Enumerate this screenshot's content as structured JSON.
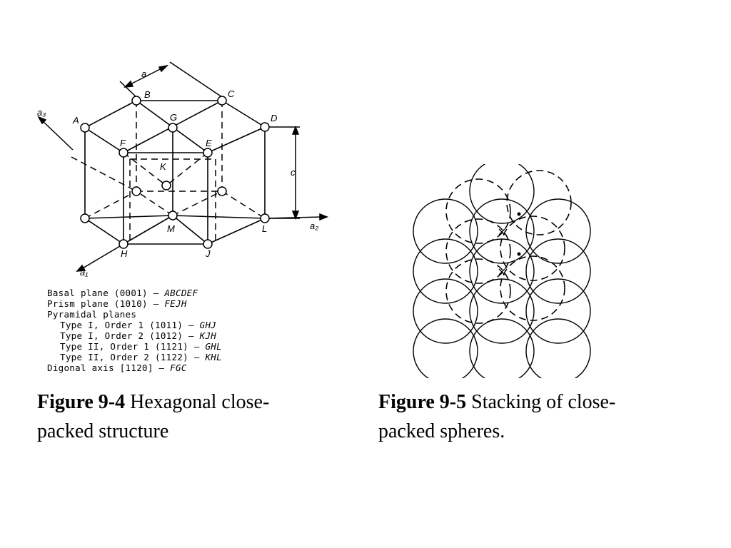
{
  "figure4": {
    "point_labels": {
      "A": "A",
      "B": "B",
      "C": "C",
      "D": "D",
      "E": "E",
      "F": "F",
      "G": "G",
      "H": "H",
      "J": "J",
      "K": "K",
      "L": "L",
      "M": "M"
    },
    "axis_labels": {
      "a1": "a₁",
      "a2": "a₂",
      "a3": "a₃",
      "a": "a",
      "c": "c"
    },
    "legend": [
      {
        "text": "Basal plane (0001)",
        "tag": "ABCDEF",
        "indent": false
      },
      {
        "text": "Prism plane (1010)",
        "tag": "FEJH",
        "indent": false
      },
      {
        "text": "Pyramidal planes",
        "tag": "",
        "indent": false
      },
      {
        "text": "Type I, Order 1 (1011)",
        "tag": "GHJ",
        "indent": true
      },
      {
        "text": "Type I, Order 2 (1012)",
        "tag": "KJH",
        "indent": true
      },
      {
        "text": "Type II, Order 1 (1121)",
        "tag": "GHL",
        "indent": true
      },
      {
        "text": "Type II, Order 2 (1122)",
        "tag": "KHL",
        "indent": true
      },
      {
        "text": "Digonal axis [1120]",
        "tag": "FGC",
        "indent": false
      }
    ],
    "caption_bold": "Figure 9-4",
    "caption_text": " Hexagonal close-packed structure"
  },
  "figure5": {
    "caption_bold": "Figure 9-5",
    "caption_text": " Stacking of close-packed spheres."
  }
}
